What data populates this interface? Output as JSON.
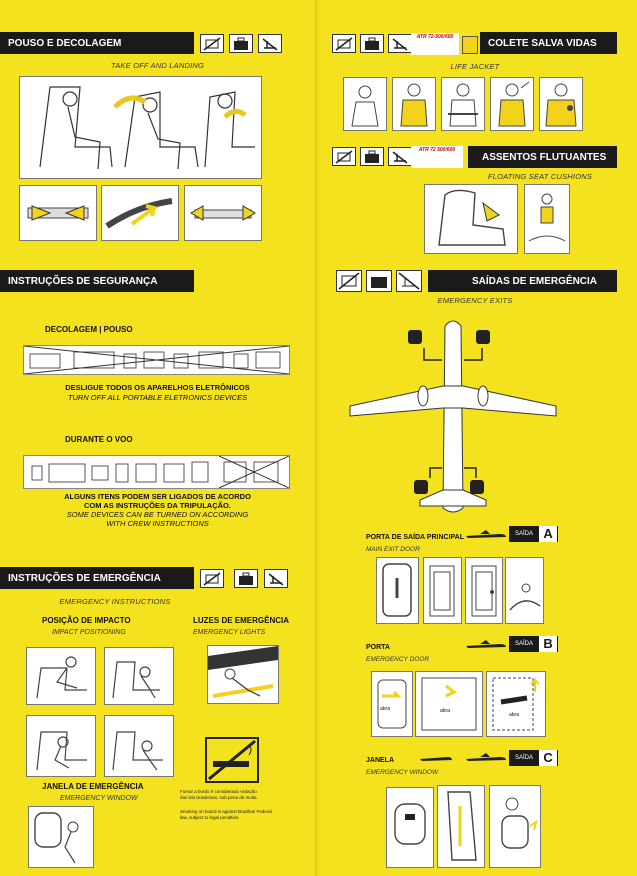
{
  "left": {
    "takeoff": {
      "title": "POUSO E DECOLAGEM",
      "subtitle": "TAKE OFF AND LANDING"
    },
    "security": {
      "title": "INSTRUÇÕES DE SEGURANÇA",
      "phase1": "DECOLAGEM | POUSO",
      "phase1_pt": "DESLIGUE TODOS OS APARELHOS ELETRÔNICOS",
      "phase1_en": "TURN OFF ALL PORTABLE ELETRONICS DEVICES",
      "phase2": "DURANTE O VOO",
      "phase2_pt_1": "ALGUNS ITENS PODEM SER LIGADOS DE ACORDO",
      "phase2_pt_2": "COM AS INSTRUÇÕES DA TRIPULAÇÃO.",
      "phase2_en_1": "SOME DEVICES CAN BE TURNED ON ACCORDING",
      "phase2_en_2": "WITH CREW INSTRUCTIONS"
    },
    "emergency": {
      "title": "INSTRUÇÕES DE EMERGÊNCIA",
      "subtitle": "EMERGENCY INSTRUCTIONS",
      "impact": "POSIÇÃO DE IMPACTO",
      "impact_en": "IMPACT POSITIONING",
      "lights": "LUZES DE EMERGÊNCIA",
      "lights_en": "EMERGENCY LIGHTS",
      "window": "JANELA DE EMERGÊNCIA",
      "window_en": "EMERGENCY WINDOW",
      "smoke_pt_1": "Fumar a bordo é considerado violação",
      "smoke_pt_2": "das leis brasileiras, sob pena de multa.",
      "smoke_en_1": "Smoking on board is against Brazilian Federal",
      "smoke_en_2": "law, subject to legal penalties."
    }
  },
  "right": {
    "lifejacket": {
      "model": "ATR 72-500/600",
      "title": "COLETE SALVA VIDAS",
      "subtitle": "LIFE JACKET"
    },
    "cushion": {
      "model": "ATR 72 500/600",
      "title": "ASSENTOS FLUTUANTES",
      "subtitle": "FLOATING SEAT CUSHIONS"
    },
    "exits": {
      "title": "SAÍDAS DE EMERGÊNCIA",
      "subtitle": "EMERGENCY EXITS",
      "main_door": "PORTA DE SAÍDA PRINCIPAL",
      "main_door_en": "MAIN EXIT DOOR",
      "door": "PORTA",
      "door_en": "EMERGENCY DOOR",
      "window": "JANELA",
      "window_en": "EMERGENCY WINDOW",
      "exit_word": "SAÍDA",
      "letter_a": "A",
      "letter_b": "B",
      "letter_c": "C",
      "handle_label": "abra"
    }
  },
  "colors": {
    "background": "#f4e21f",
    "bar": "#1a1a1a",
    "arrow": "#f2d21a"
  }
}
